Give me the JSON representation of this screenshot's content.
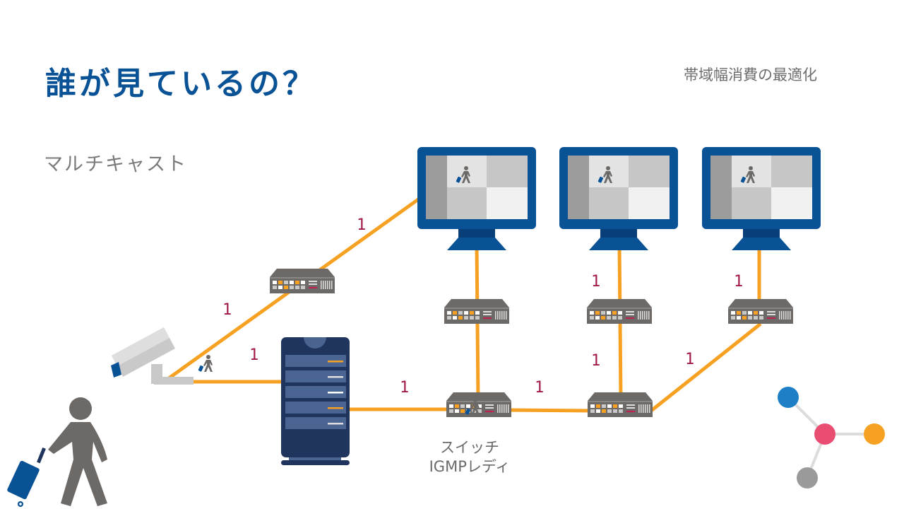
{
  "slide": {
    "title": "誰が見ているの？",
    "topic": "帯域幅消費の最適化",
    "subtitle": "マルチキャスト",
    "switch_caption": {
      "line1": "スイッチ",
      "line2": "IGMPレディ"
    }
  },
  "diagram": {
    "link_color": "#f7a122",
    "hop_label_color": "#a01848",
    "monitor_color": "#0a5296",
    "switch_color": "#6d6967",
    "server_color": "#1f355e",
    "hop_labels": [
      "1",
      "1",
      "1",
      "1",
      "1",
      "1",
      "1",
      "1",
      "1"
    ],
    "icons": {
      "camera": "security-camera-icon",
      "traveler": "person-with-luggage-icon",
      "server": "server-rack-icon",
      "switch": "network-switch-icon",
      "monitor": "monitor-icon",
      "molecule": "network-nodes-icon"
    },
    "molecule_colors": [
      "#1e7fc6",
      "#ea4d72",
      "#f7a122",
      "#9a9a9a"
    ]
  }
}
